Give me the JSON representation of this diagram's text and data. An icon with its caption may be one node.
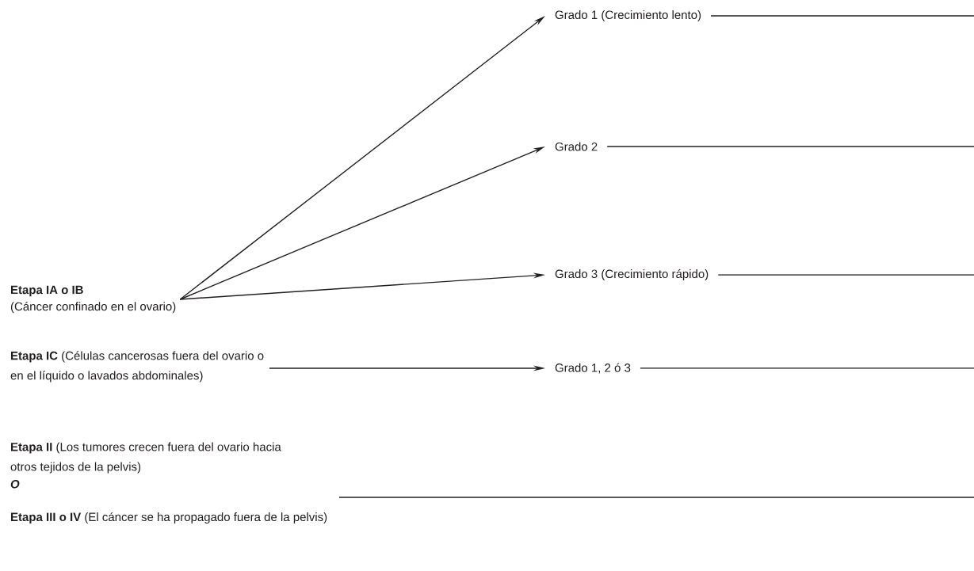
{
  "diagram": {
    "nodes": [
      {
        "text": [
          "**Etapa IA o IB**",
          "(Cáncer confinado en el ovario)"
        ]
      },
      {
        "text": [
          "Grado 1 (Crecimiento lento)"
        ]
      },
      {
        "text": [
          "Grado 2"
        ]
      },
      {
        "text": [
          "Grado 3 (Crecimiento rápido)"
        ]
      },
      {
        "text": [
          "**Etapa IC** (Células cancerosas fuera del ovario o en el líquido o lavados abdominales)"
        ]
      },
      {
        "text": [
          "Grado 1, 2 ó 3"
        ]
      },
      {
        "text": [
          "**Etapa II** (Los tumores crecen fuera del ovario hacia otros tejidos de la pelvis)",
          "O",
          "**Etapa III o IV** (El cáncer se ha propagado fuera de la pelvis)"
        ]
      }
    ],
    "edges": [
      {
        "from": 0,
        "to": 1,
        "arrow": "to"
      },
      {
        "from": 0,
        "to": 2,
        "arrow": "to"
      },
      {
        "from": 0,
        "to": 3,
        "arrow": "to"
      },
      {
        "from": 4,
        "to": 5,
        "arrow": "to"
      },
      {
        "from": 1,
        "to": null,
        "arrow": "none"
      },
      {
        "from": 2,
        "to": null,
        "arrow": "none"
      },
      {
        "from": 3,
        "to": null,
        "arrow": "none"
      },
      {
        "from": 5,
        "to": null,
        "arrow": "none"
      },
      {
        "from": 6,
        "to": null,
        "arrow": "none"
      }
    ]
  }
}
